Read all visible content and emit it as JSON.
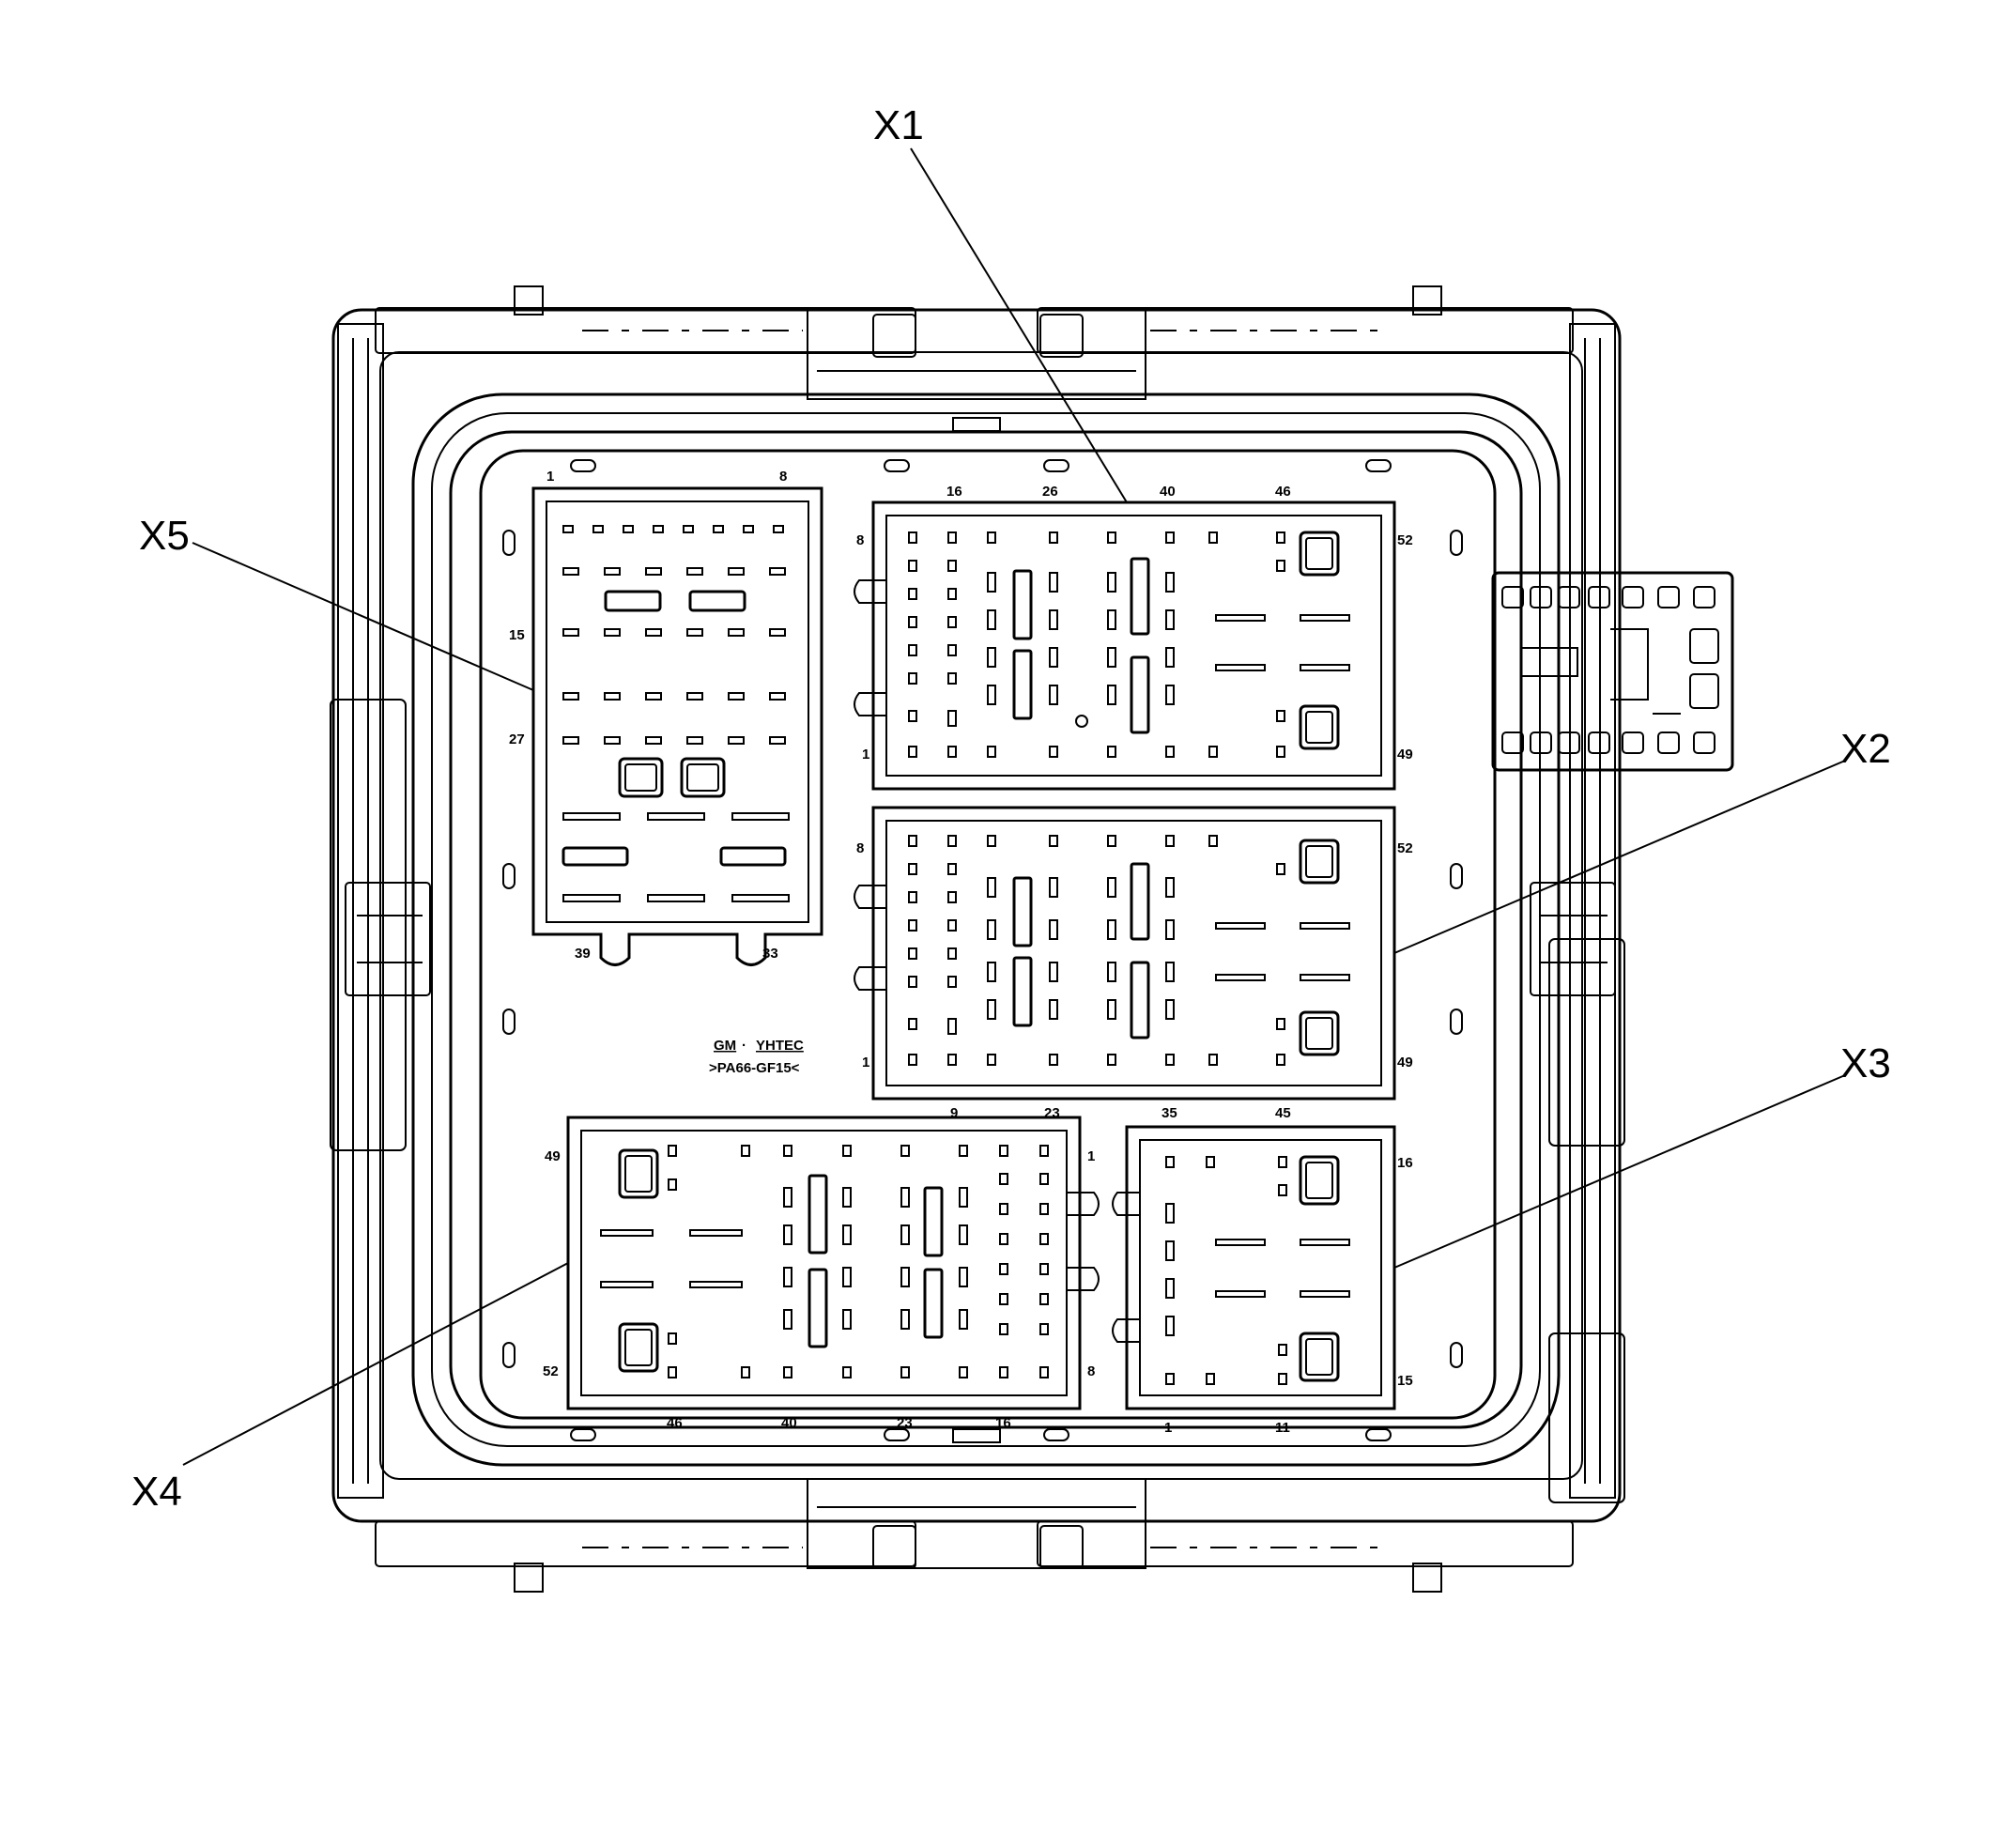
{
  "colors": {
    "stroke": "#000000",
    "background": "#ffffff"
  },
  "callouts": {
    "x1": "X1",
    "x2": "X2",
    "x3": "X3",
    "x4": "X4",
    "x5": "X5"
  },
  "x5": {
    "pins": {
      "tl": "1",
      "tr": "8",
      "l1": "15",
      "l2": "27",
      "bl": "39",
      "br": "33"
    }
  },
  "x1": {
    "pins": {
      "t1": "16",
      "t2": "26",
      "t3": "40",
      "t4": "46",
      "lt": "8",
      "lb": "1",
      "rt": "52",
      "rb": "49"
    }
  },
  "x2": {
    "pins": {
      "lt": "8",
      "lb": "1",
      "rt": "52",
      "rb": "49"
    },
    "bottom_pins": {
      "b1": "9",
      "b2": "23",
      "b3": "35",
      "b4": "45"
    }
  },
  "x3": {
    "pins": {
      "rt": "16",
      "rb": "15",
      "b1": "1",
      "b2": "11"
    }
  },
  "x4": {
    "pins": {
      "lt": "49",
      "lb": "52",
      "rt": "1",
      "rb": "8",
      "b1": "46",
      "b2": "40",
      "b3": "23",
      "b4": "16"
    }
  },
  "marking": {
    "brand_left": "GM",
    "brand_sep": "·",
    "brand_right": "YHTEC",
    "material": ">PA66-GF15<"
  }
}
